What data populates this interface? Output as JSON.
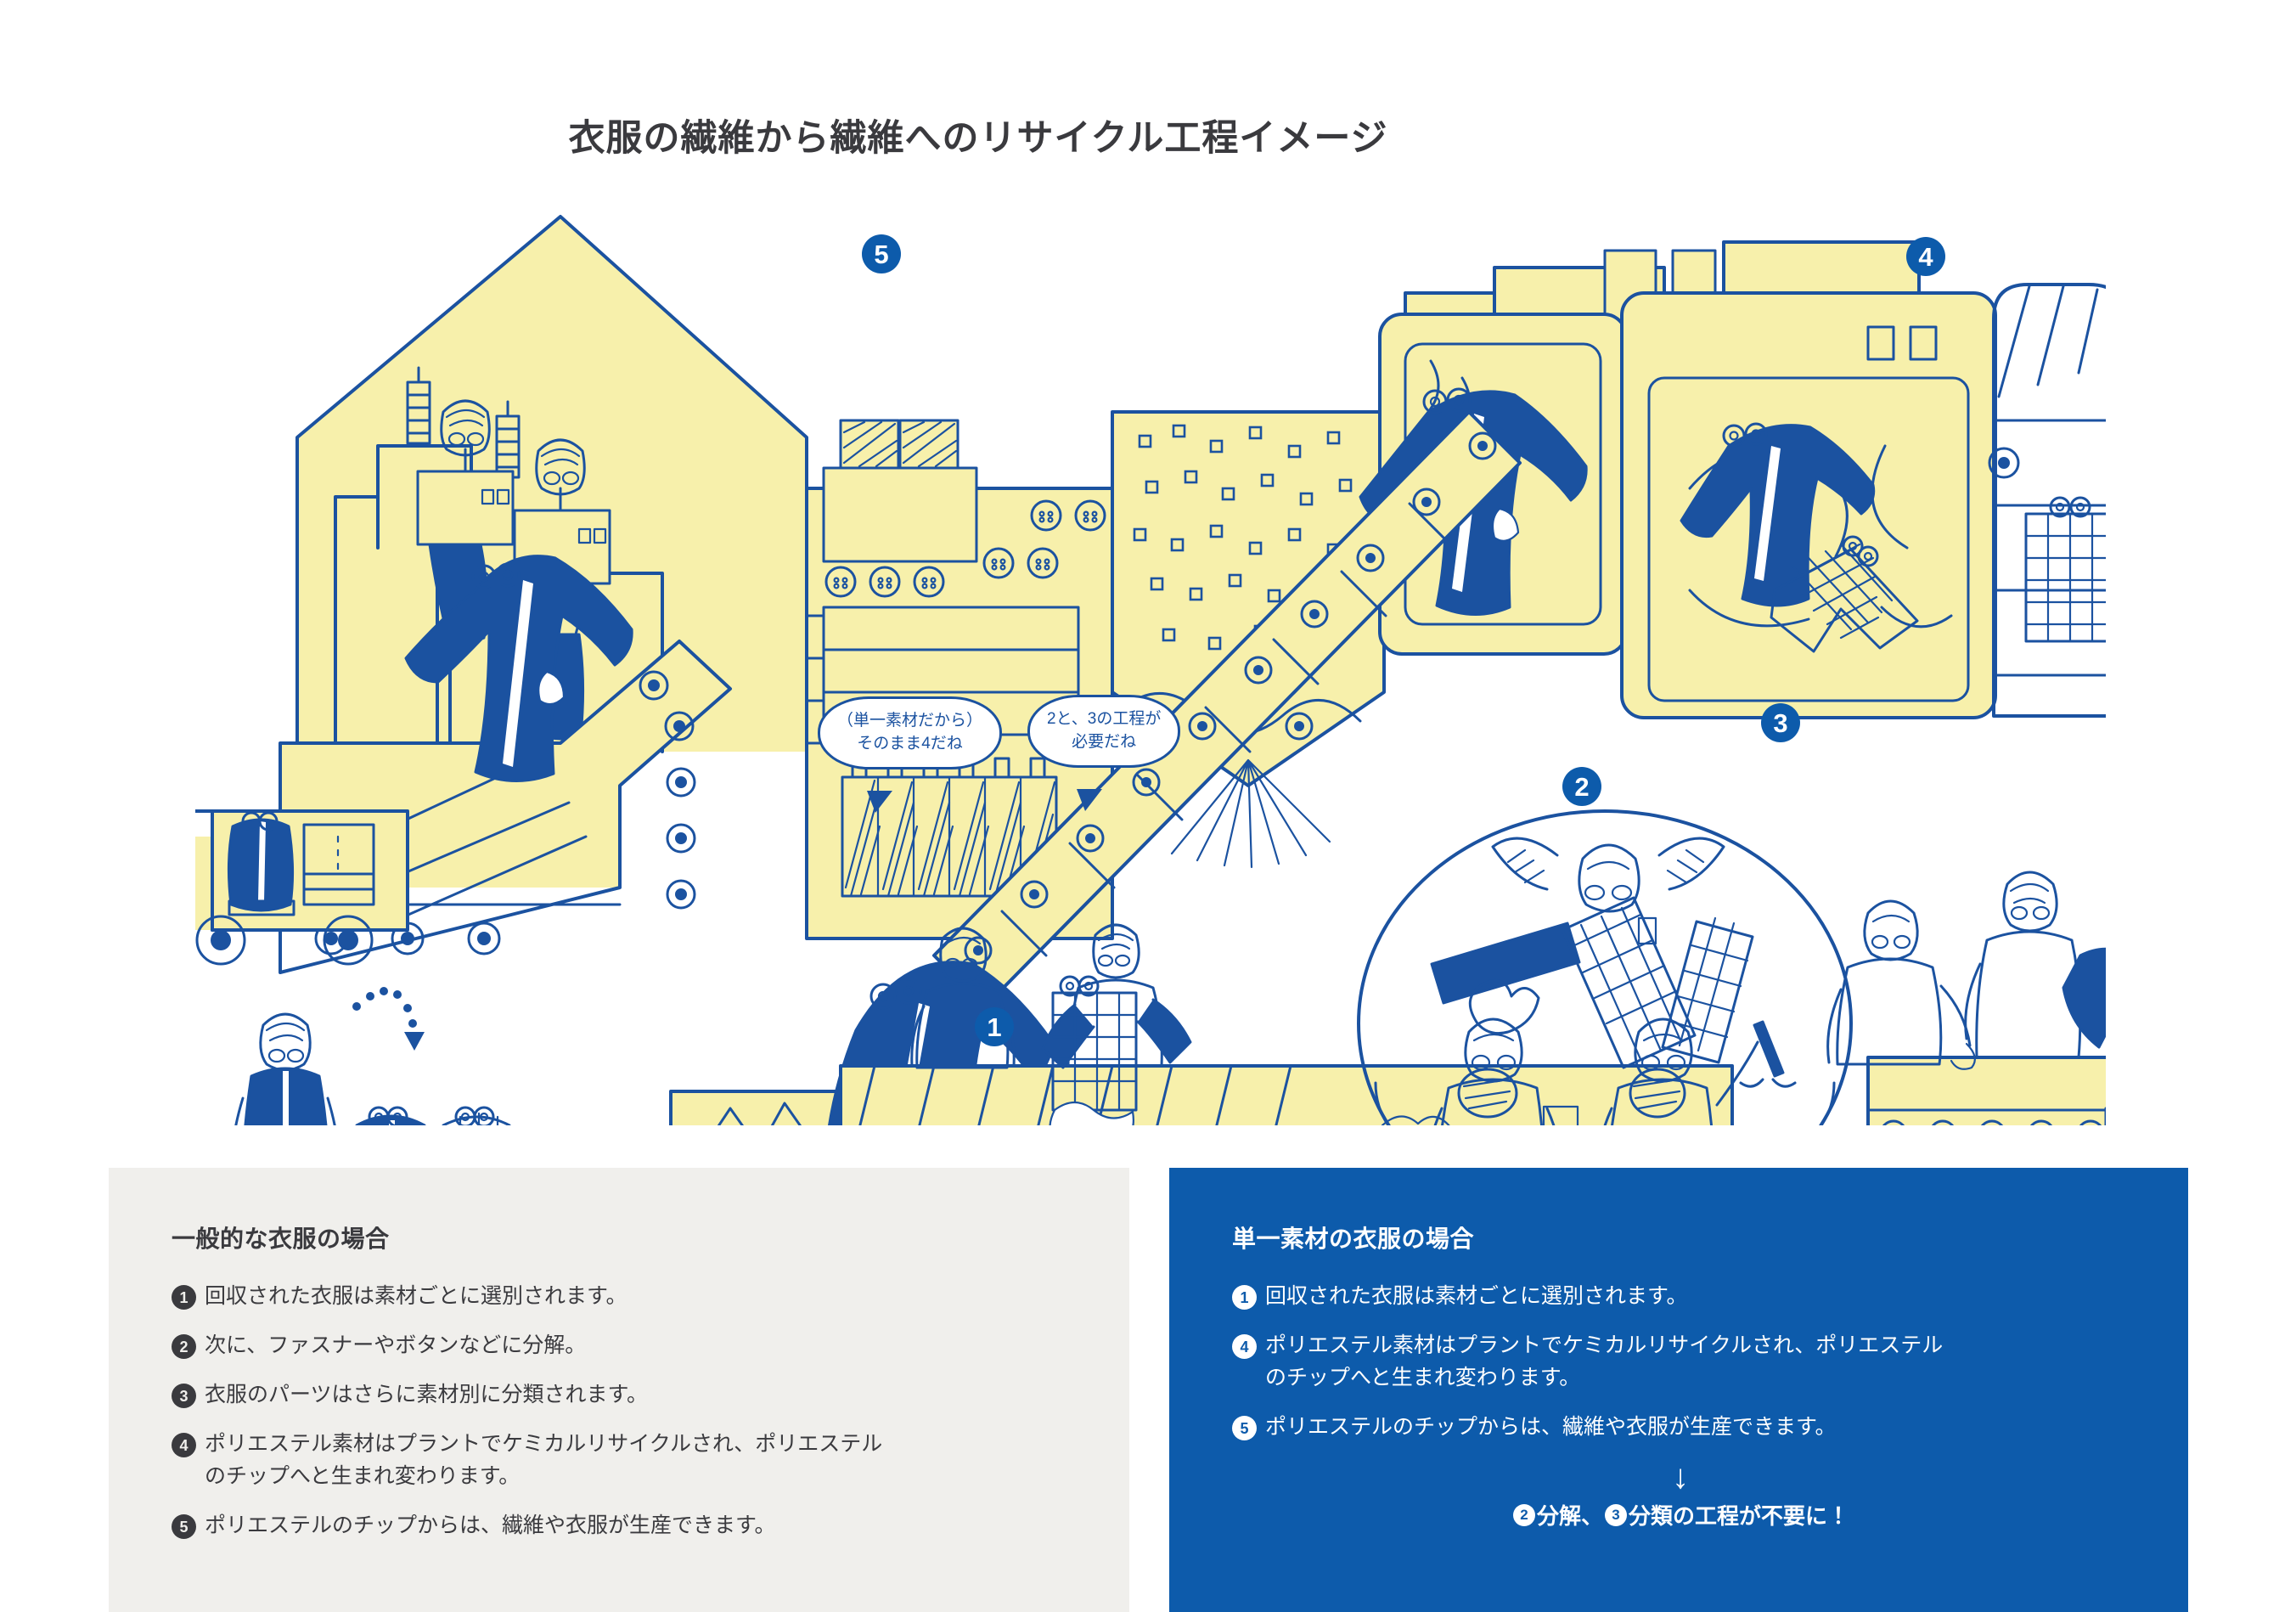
{
  "title": "衣服の繊維から繊維へのリサイクル工程イメージ",
  "colors": {
    "brand_blue": "#0d5bab",
    "ink_blue": "#1b52a0",
    "paper_yellow": "#f7f0ab",
    "panel_gray": "#f0efec",
    "text_dark": "#3a3a3e",
    "white": "#ffffff"
  },
  "illustration": {
    "badges": [
      {
        "id": "badge-1",
        "label": "1"
      },
      {
        "id": "badge-2",
        "label": "2"
      },
      {
        "id": "badge-3",
        "label": "3"
      },
      {
        "id": "badge-4",
        "label": "4"
      },
      {
        "id": "badge-5",
        "label": "5"
      }
    ],
    "speech_bubbles": [
      {
        "id": "bubble-a",
        "text": "（単一素材だから）\nそのまま4だね"
      },
      {
        "id": "bubble-b",
        "text": "2と、3の工程が\n必要だね"
      }
    ]
  },
  "panel_general": {
    "heading": "一般的な衣服の場合",
    "steps": [
      {
        "num": "1",
        "text": "回収された衣服は素材ごとに選別されます。"
      },
      {
        "num": "2",
        "text": "次に、ファスナーやボタンなどに分解。"
      },
      {
        "num": "3",
        "text": "衣服のパーツはさらに素材別に分類されます。"
      },
      {
        "num": "4",
        "text": "ポリエステル素材はプラントでケミカルリサイクルされ、ポリエステル\nのチップへと生まれ変わります。"
      },
      {
        "num": "5",
        "text": "ポリエステルのチップからは、繊維や衣服が生産できます。"
      }
    ]
  },
  "panel_mono": {
    "heading": "単一素材の衣服の場合",
    "steps": [
      {
        "num": "1",
        "text": "回収された衣服は素材ごとに選別されます。"
      },
      {
        "num": "4",
        "text": "ポリエステル素材はプラントでケミカルリサイクルされ、ポリエステル\nのチップへと生まれ変わります。"
      },
      {
        "num": "5",
        "text": "ポリエステルのチップからは、繊維や衣服が生産できます。"
      }
    ],
    "arrow": "↓",
    "conclusion": {
      "num_a": "2",
      "text_a": "分解、",
      "num_b": "3",
      "text_b": "分類の工程が不要に！"
    }
  }
}
